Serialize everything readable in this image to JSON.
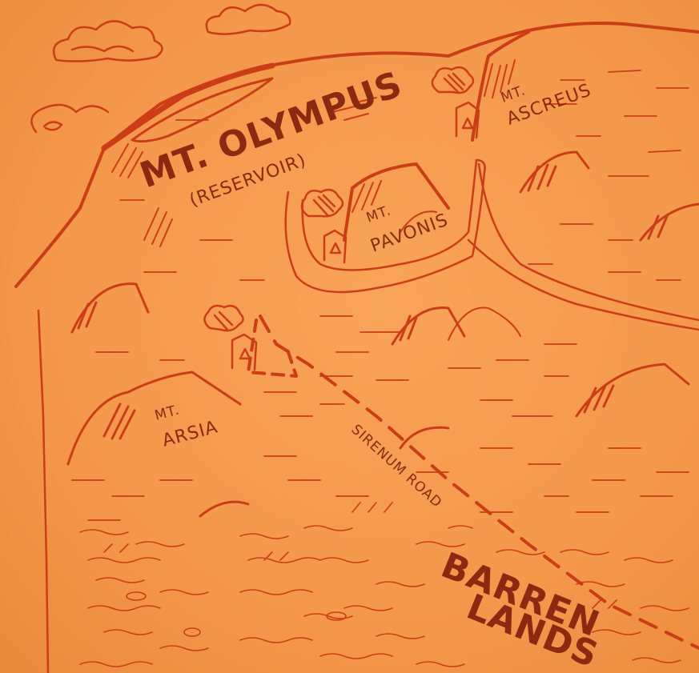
{
  "map": {
    "labels": {
      "olympus_1": "MT. OLYMPUS",
      "olympus_2": "(RESERVOIR)",
      "ascreus_1": "MT.",
      "ascreus_2": "ASCREUS",
      "pavonis_1": "MT.",
      "pavonis_2": "PAVONIS",
      "arsia_1": "MT.",
      "arsia_2": "ARSIA",
      "road": "SIRENUM ROAD",
      "barren_1": "BARREN",
      "barren_2": "LANDS"
    },
    "colors": {
      "paper": "#f59a4c",
      "ink": "#cc3d17",
      "text": "#8a2a12"
    }
  }
}
